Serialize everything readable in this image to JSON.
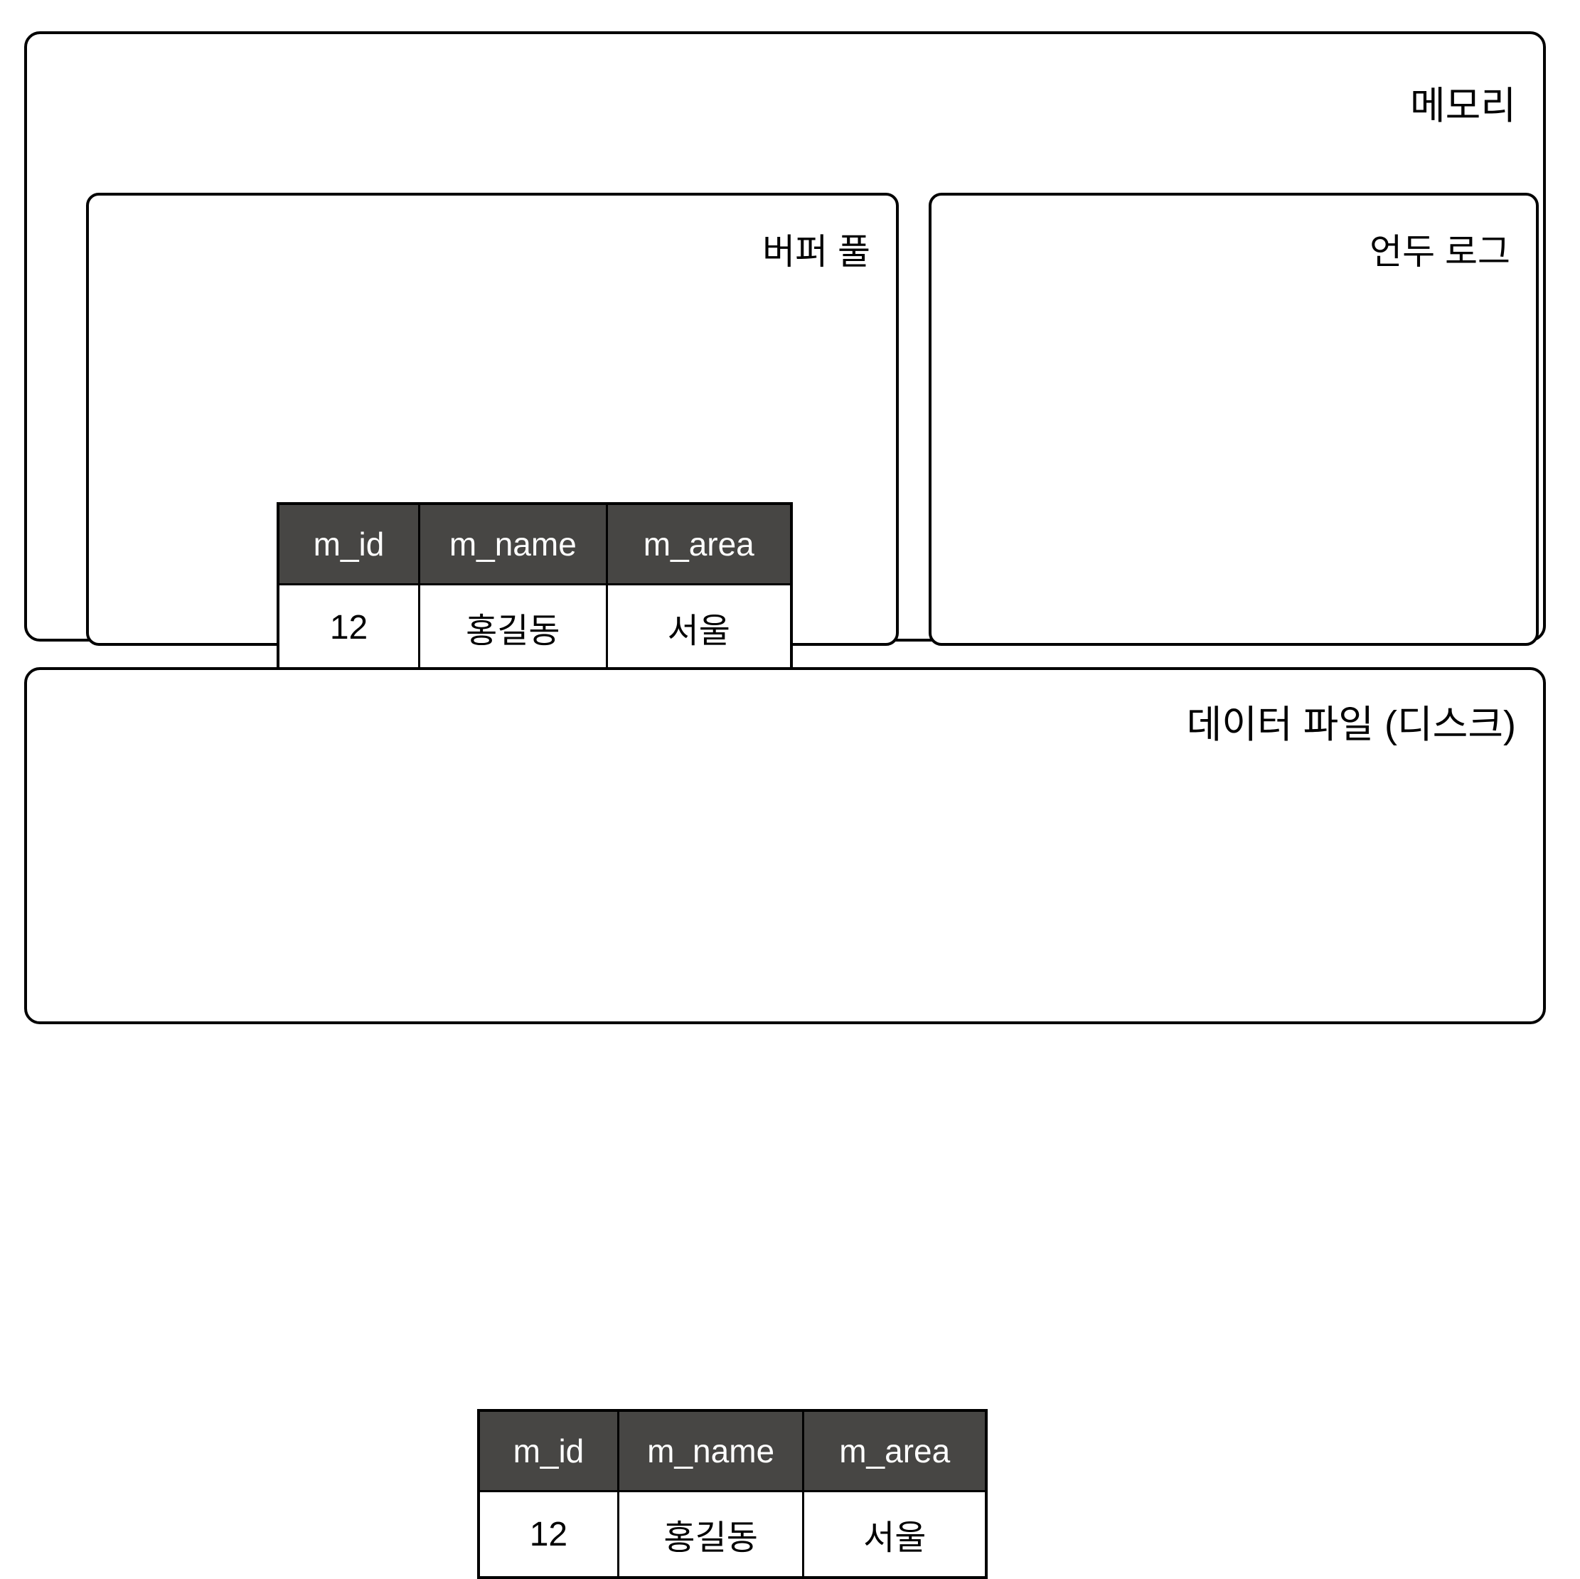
{
  "diagram": {
    "title_memory": "메모리",
    "title_data_file": "데이터 파일 (디스크)"
  },
  "memory": {
    "label": "메모리",
    "buffer_pool": {
      "label": "버퍼 풀",
      "table": {
        "headers": [
          "m_id",
          "m_name",
          "m_area"
        ],
        "rows": [
          [
            "12",
            "홍길동",
            "서울"
          ]
        ]
      }
    },
    "undo_log": {
      "label": "언두 로그",
      "empty": true
    }
  },
  "data_file": {
    "label": "데이터 파일 (디스크)",
    "table": {
      "headers": [
        "m_id",
        "m_name",
        "m_area"
      ],
      "rows": [
        [
          "12",
          "홍길동",
          "서울"
        ]
      ]
    }
  },
  "colors": {
    "border": "#000000",
    "table_header_bg": "#474644",
    "table_header_text": "#ffffff",
    "table_cell_bg": "#ffffff",
    "background": "#ffffff"
  }
}
